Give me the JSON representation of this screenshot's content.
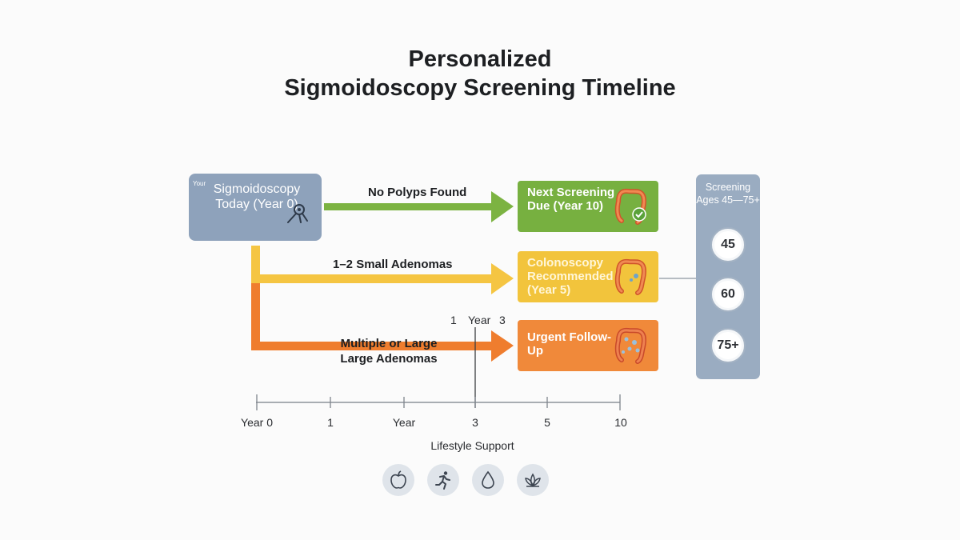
{
  "title": {
    "line1": "Personalized",
    "line2": "Sigmoidoscopy Screening Timeline"
  },
  "start": {
    "small_label": "Your",
    "label": "Sigmoidoscopy Today (Year 0)",
    "icon": "sigmoidoscope-icon"
  },
  "branches": [
    {
      "label": "No Polyps Found",
      "color": "#7cb342",
      "outcome": "Next Screening Due (Year 10)",
      "outcome_icon": "colon-check-icon",
      "outcome_color": "#77b040"
    },
    {
      "label": "1–2 Small Adenomas",
      "color": "#f5c542",
      "outcome": "Colonoscopy Recommended (Year 5)",
      "outcome_icon": "colon-polyp-icon",
      "outcome_color": "#f2c43c"
    },
    {
      "label": "Multiple or Large Large Adenomas",
      "color": "#ef7d2e",
      "outcome": "Urgent Follow-Up",
      "outcome_icon": "colon-multiple-polyps-icon",
      "outcome_color": "#f0893a"
    }
  ],
  "marker": {
    "left": "1",
    "mid": "Year",
    "right": "3"
  },
  "ages_panel": {
    "heading": "Screening Ages 45—75+",
    "ages": [
      "45",
      "60",
      "75+"
    ]
  },
  "timeline": {
    "ticks": [
      "Year 0",
      "1",
      "Year",
      "3",
      "5",
      "10"
    ]
  },
  "lifestyle": {
    "title": "Lifestyle Support",
    "icons": [
      "apple-icon",
      "running-icon",
      "water-drop-icon",
      "lotus-icon"
    ]
  }
}
